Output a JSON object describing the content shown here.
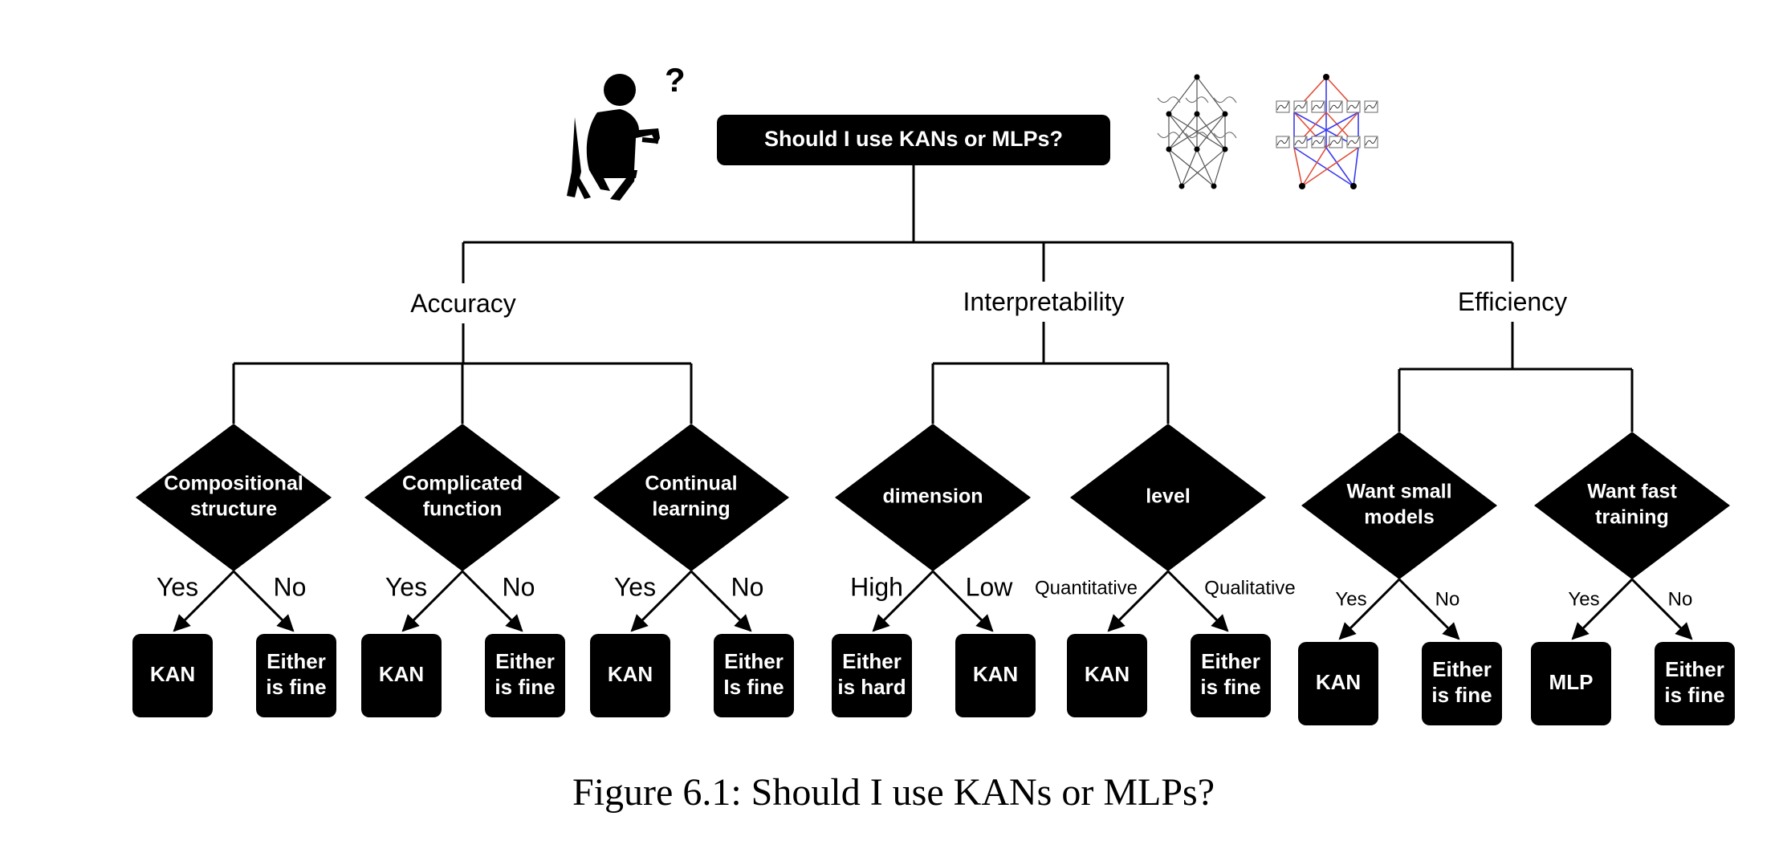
{
  "question": "Should I use KANs or MLPs?",
  "caption": "Figure 6.1: Should I use KANs or MLPs?",
  "icons": {
    "person": "thinking-person-icon",
    "question_mark": "?",
    "mlp": "mlp-network-icon",
    "kan": "kan-network-icon"
  },
  "colors": {
    "box": "#000000",
    "box_text": "#ffffff",
    "line": "#000000",
    "kan_red": "#e0503a",
    "kan_blue": "#3b3bf0"
  },
  "categories": [
    {
      "label": "Accuracy",
      "questions": [
        {
          "label": [
            "Compositional",
            "structure"
          ],
          "yes": "Yes",
          "no": "No",
          "left": [
            "KAN"
          ],
          "right": [
            "Either",
            "is fine"
          ]
        },
        {
          "label": [
            "Complicated",
            "function"
          ],
          "yes": "Yes",
          "no": "No",
          "left": [
            "KAN"
          ],
          "right": [
            "Either",
            "is fine"
          ]
        },
        {
          "label": [
            "Continual",
            "learning"
          ],
          "yes": "Yes",
          "no": "No",
          "left": [
            "KAN"
          ],
          "right": [
            "Either",
            "Is fine"
          ]
        }
      ]
    },
    {
      "label": "Interpretability",
      "questions": [
        {
          "label": [
            "dimension"
          ],
          "yes": "High",
          "no": "Low",
          "left": [
            "Either",
            "is hard"
          ],
          "right": [
            "KAN"
          ]
        },
        {
          "label": [
            "level"
          ],
          "yes": "Quantitative",
          "no": "Qualitative",
          "left": [
            "KAN"
          ],
          "right": [
            "Either",
            "is fine"
          ]
        }
      ]
    },
    {
      "label": "Efficiency",
      "questions": [
        {
          "label": [
            "Want small",
            "models"
          ],
          "yes": "Yes",
          "no": "No",
          "left": [
            "KAN"
          ],
          "right": [
            "Either",
            "is fine"
          ]
        },
        {
          "label": [
            "Want fast",
            "training"
          ],
          "yes": "Yes",
          "no": "No",
          "left": [
            "MLP"
          ],
          "right": [
            "Either",
            "is fine"
          ]
        }
      ]
    }
  ]
}
